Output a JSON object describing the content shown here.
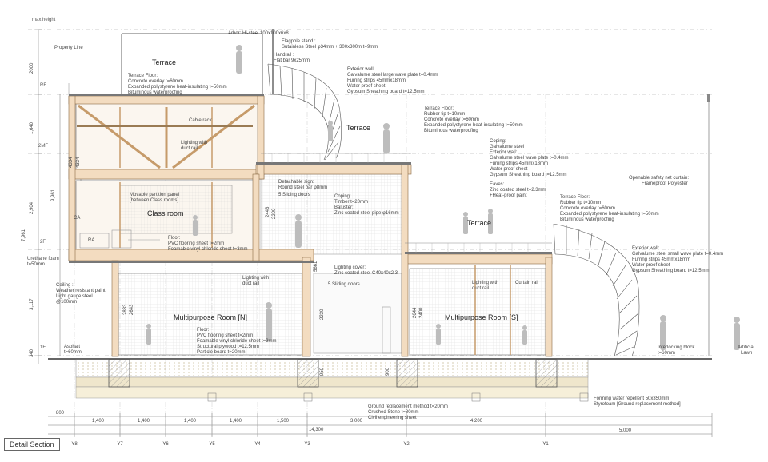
{
  "levels": {
    "max": "max.height",
    "rf": "RF",
    "mf": "2MF",
    "f2": "2F",
    "f1": "1F"
  },
  "left_dims": [
    "2000",
    "1,640",
    "2,904",
    "3,117",
    "340",
    "9,961",
    "7,961",
    "4334",
    "4334"
  ],
  "top_notes": {
    "property_line": "Property Line",
    "arbor": "Arbor: Hi-steel 100x100x6x8",
    "flagpole": [
      "Flagpole stand :",
      "Sutainless Steel φ34mm + 300x300m t=9mm"
    ],
    "handrail": [
      "Handrail :",
      "Flat bar  9x25mm"
    ]
  },
  "rooms": {
    "terrace_top": "Terrace",
    "terrace_mid": "Terrace",
    "terrace_right": "Terrace",
    "classroom": "Class room",
    "mp_n": "Multipurpose Room [N]",
    "mp_s": "Multipurpose Room [S]",
    "ca": "CA",
    "ra": "RA"
  },
  "notes": {
    "terrace_floor_1": [
      "Terrace Floor:",
      "Concrete overlay t=60mm",
      "Expanded polystyrene heat-insulating t=50mm",
      "Bituminous waterproofing"
    ],
    "exterior_wall_1": [
      "Exterior wall:",
      "Galvalume steel large wave plate  t=0.4mm",
      "Furring strips 45mmx18mm",
      "Water proof sheet",
      "Gypsum Sheathing board t=12.5mm"
    ],
    "terrace_floor_2": [
      "Terrace Floor:",
      "Rubber tip  t=10mm",
      "Concrete overlay t=60mm",
      "Expanded polystyrene heat-insulating t=50mm",
      "Bituminous waterproofing"
    ],
    "coping_1": [
      "Coping:",
      "Galvalume steel",
      "Exterior wall:",
      "Galvalume steel wave plate  t=0.4mm",
      "Furring strips 45mmx18mm",
      "Water proof sheet",
      "Gypsum Sheathing board t=12.5mm"
    ],
    "eaves": [
      "Eaves:",
      "Zinc coated steel  t=2.3mm",
      "+Heat-proof paint"
    ],
    "safety_net": [
      "Openable safety net curtain:",
      "Frameproof Polyester"
    ],
    "terrace_floor_3": [
      "Terrace Floor:",
      "Rubber tip  t=10mm",
      "Concrete overlay t=60mm",
      "Expanded polystyrene heat-insulating t=50mm",
      "Bituminous waterproofing"
    ],
    "exterior_wall_2": [
      "Exterior wall:",
      "Galvalume steel small wave plate  t=0.4mm",
      "Furring strips 45mmx18mm",
      "Water proof sheet",
      "Gypsum Sheathing board t=12.5mm"
    ],
    "cable_rack": "Cable rack",
    "lighting_1": [
      "Lighting with",
      "duct rail"
    ],
    "partition": [
      "Movable partition panel",
      "[between Class rooms]"
    ],
    "detach_sign": [
      "Detachable sign:",
      "Round steel bar φ8mm"
    ],
    "sliding_1": "5 Sliding doors",
    "coping_2": [
      "Coping:",
      "Timber t=20mm",
      "Baluster:",
      "Zinc coated steel pipe φ16mm"
    ],
    "floor_2f": [
      "Floor:",
      "PVC flooring sheet t=2mm",
      "Foamable vinyl chloride sheet t=3mm"
    ],
    "urethane": [
      "Urethane foam",
      "t=50mm"
    ],
    "ceiling": [
      "Ceiling :",
      "Weather resistant paint",
      "Light gauge steel",
      "@100mm"
    ],
    "lighting_cover": [
      "Lighting cover:",
      "Zinc coated steel C40x40x2.3"
    ],
    "sliding_2": "5 Sliding doors",
    "lighting_2": [
      "Lighting with",
      "duct rail"
    ],
    "lighting_3": [
      "Lighting with",
      "duct rail"
    ],
    "curtain_rail": "Curtain rail",
    "floor_1f": [
      "Floor:",
      "PVC flooring sheet t=2mm",
      "Foamable vinyl chloride sheet t=3mm",
      "Structural plywood t=12.5mm",
      "Particle board t=20mm"
    ],
    "asphalt": [
      "Asphalt",
      "t=60mm"
    ],
    "interlocking": [
      "Interlocking block",
      "t=60mm"
    ],
    "artificial_lawn": [
      "Artificial",
      "Lawn"
    ],
    "ground": [
      "Ground replacement method t=20mm",
      "Crushed Stone t=80mm",
      "Civil engineering sheet"
    ],
    "forming": [
      "Forming water repellent 50x350mm",
      "Styrofoam [Ground replacement method]"
    ]
  },
  "inner_dims": [
    "2446",
    "2200",
    "5661",
    "2230",
    "2883",
    "2643",
    "2644",
    "2400",
    "900",
    "950"
  ],
  "bottom_dims": {
    "spans": [
      "800",
      "1,400",
      "1,400",
      "1,400",
      "1,400",
      "1,500",
      "3,000",
      "4,200",
      "5,000"
    ],
    "total": "14,300"
  },
  "grid_lines": [
    "Y8",
    "Y7",
    "Y6",
    "Y5",
    "Y4",
    "Y3",
    "Y2",
    "Y1"
  ],
  "badge": "Detail Section",
  "colors": {
    "timber": "#f3dcc0",
    "line": "#555555",
    "ground": "#efe6cc"
  }
}
